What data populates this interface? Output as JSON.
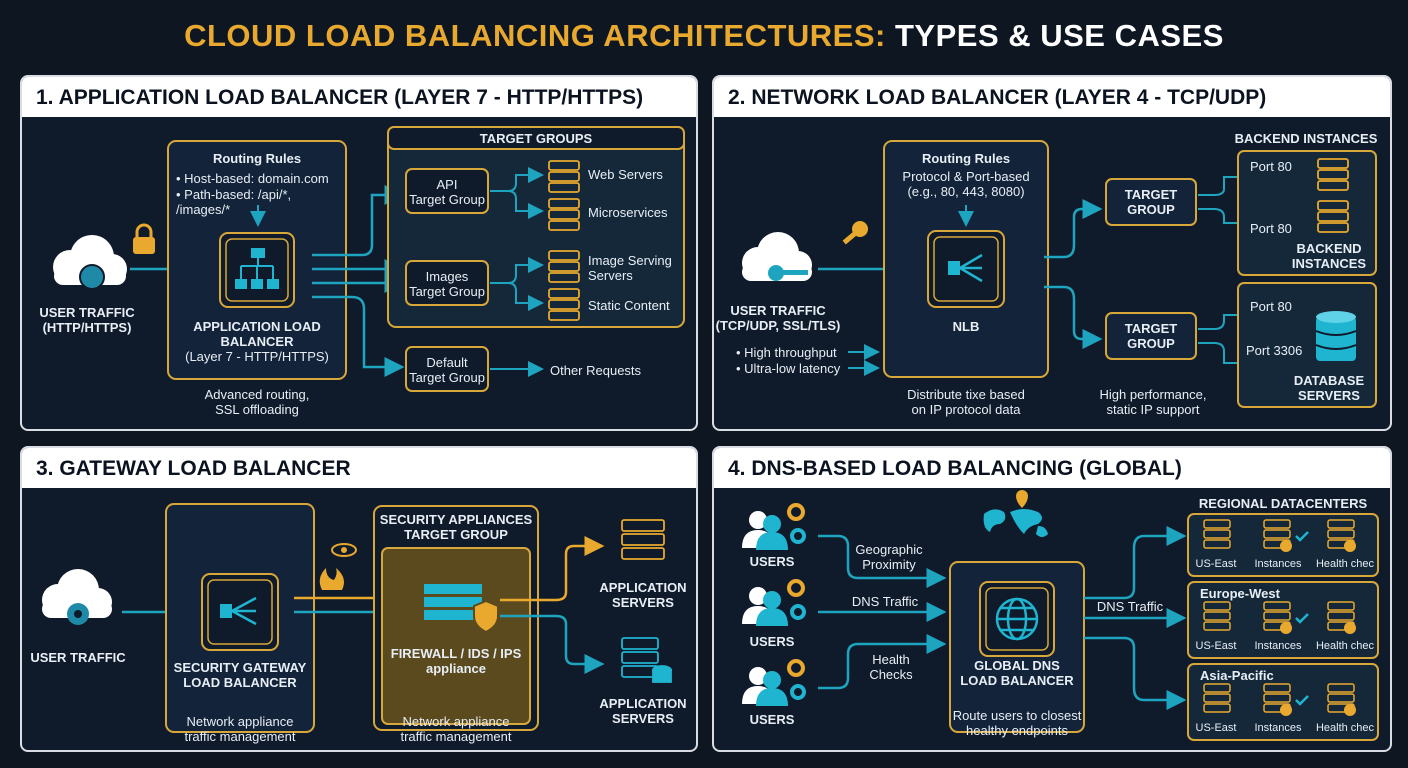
{
  "title": {
    "part1": "CLOUD LOAD BALANCING ARCHITECTURES:",
    "part2": " TYPES & USE CASES"
  },
  "panels": {
    "alb": {
      "heading": "1.  APPLICATION LOAD BALANCER (LAYER 7 - HTTP/HTTPS)",
      "user_traffic": "USER TRAFFIC\n(HTTP/HTTPS)",
      "rules_title": "Routing Rules",
      "rules_host": "• Host-based: domain.com",
      "rules_path": "• Path-based: /api/*, /images/*",
      "lb_name": "APPLICATION LOAD\nBALANCER",
      "lb_sub": "(Layer 7 - HTTP/HTTPS)",
      "caption": "Advanced routing,\nSSL offloading",
      "groups_title": "TARGET GROUPS",
      "api_group": "API\nTarget Group",
      "images_group": "Images\nTarget Group",
      "default_group": "Default\nTarget Group",
      "web_servers": "Web Servers",
      "microservices": "Microservices",
      "image_serving": "Image Serving\nServers",
      "static_content": "Static Content",
      "other_requests": "Other Requests"
    },
    "nlb": {
      "heading": "2. NETWORK LOAD BALANCER (LAYER 4 - TCP/UDP)",
      "user_traffic": "USER TRAFFIC\n(TCP/UDP, SSL/TLS)",
      "high_throughput": "• High throughput",
      "low_latency": "• Ultra-low latency",
      "rules_title": "Routing Rules",
      "rules_desc": "Protocol & Port-based\n(e.g., 80, 443, 8080)",
      "lb_name": "NLB",
      "caption": "Distribute tixe based\non IP protocol data",
      "target_group_1": "TARGET\nGROUP",
      "target_group_2": "TARGET\nGROUP",
      "backend_title": "BACKEND INSTANCES",
      "port80_a": "Port 80",
      "port80_b": "Port 80",
      "backend_label": "BACKEND\nINSTANCES",
      "port80_c": "Port 80",
      "port3306": "Port 3306",
      "db_label": "DATABASE\nSERVERS",
      "perf_caption": "High performance,\nstatic IP support"
    },
    "glb": {
      "heading": "3. GATEWAY LOAD BALANCER",
      "user_traffic": "USER TRAFFIC",
      "lb_name": "SECURITY GATEWAY\nLOAD BALANCER",
      "lb_caption": "Network appliance\ntraffic management",
      "appliance_title": "SECURITY APPLIANCES\nTARGET GROUP",
      "appliance_name": "FIREWALL / IDS / IPS\nappliance",
      "appliance_caption": "Network appliance\ntraffic management",
      "app_servers_1": "APPLICATION\nSERVERS",
      "app_servers_2": "APPLICATION\nSERVERS"
    },
    "dns": {
      "heading": "4. DNS-BASED LOAD BALANCING (GLOBAL)",
      "users_1": "USERS",
      "users_2": "USERS",
      "users_3": "USERS",
      "geo": "Geographic\nProximity",
      "dns_traffic_in": "DNS Traffic",
      "health": "Health\nChecks",
      "lb_name": "GLOBAL DNS\nLOAD BALANCER",
      "caption": "Route users to closest\nhealthy endpoints",
      "dns_traffic_out": "DNS Traffic",
      "regional_title": "REGIONAL DATACENTERS",
      "europe": "Europe-West",
      "asia": "Asia-Pacific",
      "dc1": [
        "US-East",
        "Instances",
        "Health chec"
      ],
      "dc2": [
        "US-East",
        "Instances",
        "Health chec"
      ],
      "dc3": [
        "US-East",
        "Instances",
        "Health chec"
      ]
    }
  },
  "colors": {
    "accent": "#e8a92e",
    "line": "#1fa4bf",
    "bg": "#0f1a2a"
  }
}
